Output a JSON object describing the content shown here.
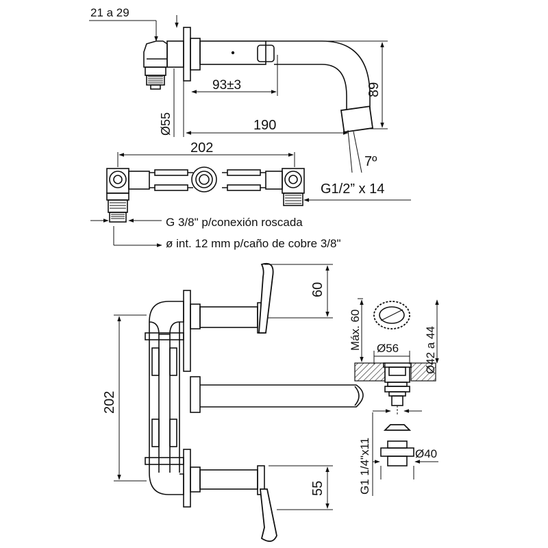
{
  "colors": {
    "ink": "#111111",
    "paper": "#ffffff"
  },
  "dimensions": {
    "d_21_29": "21 a 29",
    "d_93": "93±3",
    "d_55dia": "Ø55",
    "d_190": "190",
    "d_89": "89",
    "d_7deg": "7º",
    "d_202_top": "202",
    "d_g12": "G1/2” x 14",
    "d_g38": "G 3/8\" p/conexión roscada",
    "d_int12": "ø int. 12 mm p/caño de cobre 3/8\"",
    "d_60": "60",
    "d_202_side": "202",
    "d_55": "55",
    "d_max60": "Máx. 60",
    "d_56": "Ø56",
    "d_42_44": "Ø42 a 44",
    "d_g114": "G1 1/4\"x11",
    "d_40": "Ø40"
  }
}
